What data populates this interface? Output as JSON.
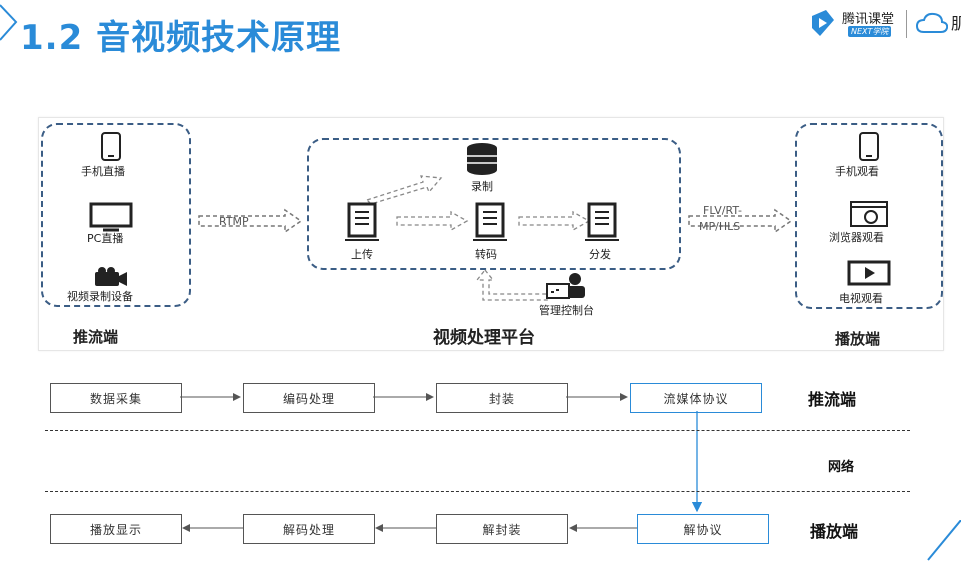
{
  "header": {
    "title": "1.2 音视频技术原理",
    "brand_name": "腾讯课堂",
    "brand_sub": "NEXT学院",
    "brand_cut": "肌"
  },
  "diagram": {
    "push_devices": [
      "手机直播",
      "PC直播",
      "视频录制设备"
    ],
    "push_label": "推流端",
    "rtmp_label": "RTMP",
    "platform": {
      "record": "录制",
      "upload": "上传",
      "transcode": "转码",
      "distribute": "分发",
      "console": "管理控制台",
      "label": "视频处理平台"
    },
    "protocol_label_1": "FLV/RT-",
    "protocol_label_2": "MP/HLS",
    "play_devices": [
      "手机观看",
      "浏览器观看",
      "电视观看"
    ],
    "play_label": "播放端"
  },
  "flow": {
    "push_steps": [
      "数据采集",
      "编码处理",
      "封装",
      "流媒体协议"
    ],
    "play_steps": [
      "播放显示",
      "解码处理",
      "解封装",
      "解协议"
    ],
    "push_row_label": "推流端",
    "network_label": "网络",
    "play_row_label": "播放端"
  },
  "colors": {
    "title": "#2a8bd8",
    "dash_border": "#3b5d85",
    "arrow_blue": "#2a8bd8"
  }
}
